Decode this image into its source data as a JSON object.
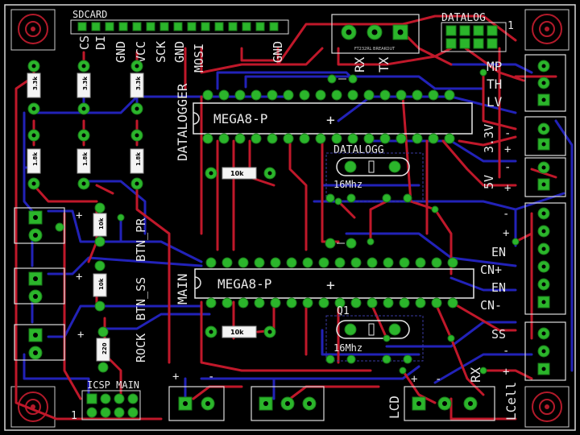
{
  "sd_header": {
    "title": "SDCARD",
    "pins": [
      "CS",
      "DI",
      "GND",
      "VCC",
      "SCK",
      "GND",
      "MOSI",
      "GND"
    ]
  },
  "uart_header": {
    "label_rx": "RX",
    "label_tx": "TX",
    "sub": "FT232RL BREAKOUT"
  },
  "datalog_header": {
    "title": "DATALOG",
    "pin1": "1"
  },
  "right_labels": {
    "mp": "MP",
    "th": "TH",
    "lv": "LV",
    "v33": "3.3V",
    "v5": "5V",
    "en1": "EN",
    "cn_plus": "CN+",
    "en2": "EN",
    "cn_minus": "CN-",
    "ss": "SS",
    "lcell": "LCell",
    "rx_bottom": "RX",
    "lcd": "LCD"
  },
  "resistors": {
    "r1": "3.3k",
    "r2": "3.3k",
    "r3": "3.3k",
    "r4": "1.8k",
    "r5": "1.8k",
    "r6": "1.8k",
    "r_datalog": "10k",
    "r_btn1": "10k",
    "r_btn2": "10k",
    "r_rock": "220",
    "r_main": "10k"
  },
  "chips": {
    "top": "MEGA8-P",
    "bottom": "MEGA8-P",
    "top_side": "DATALOGGER",
    "bottom_side": "MAIN"
  },
  "crystals": {
    "top_label": "DATALOGG",
    "top_freq": "16Mhz",
    "bottom_label": "Q1",
    "bottom_freq": "16Mhz"
  },
  "left_labels": {
    "btn_pr": "BTN_PR",
    "btn_ss": "BTN_SS",
    "rock": "ROCK",
    "icsp_main": "ICSP MAIN",
    "pin1": "1"
  },
  "misc": {
    "plus": "+",
    "minus": "-"
  }
}
